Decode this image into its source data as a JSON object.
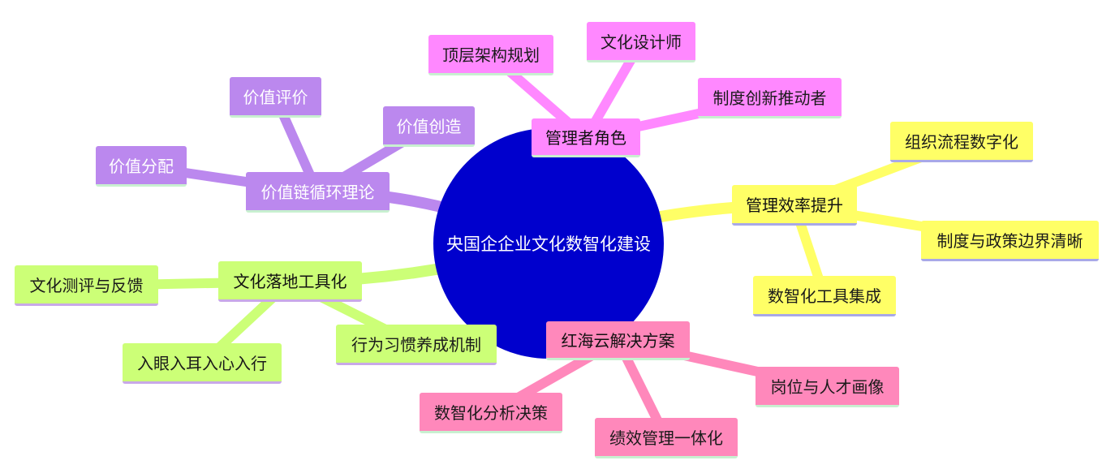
{
  "center": {
    "label": "央国企企业文化数智化建设",
    "color": "#0000cd"
  },
  "branches": [
    {
      "id": "manager-role",
      "label": "管理者角色",
      "color": "#ff88ff",
      "underline": "#c8f0d0",
      "children": [
        "顶层架构规划",
        "文化设计师",
        "制度创新推动者"
      ]
    },
    {
      "id": "efficiency",
      "label": "管理效率提升",
      "color": "#ffff66",
      "underline": "#a8a8e8",
      "children": [
        "组织流程数字化",
        "制度与政策边界清晰",
        "数智化工具集成"
      ]
    },
    {
      "id": "hongyun",
      "label": "红海云解决方案",
      "color": "#ff88bb",
      "underline": "#c8f0d0",
      "children": [
        "岗位与人才画像",
        "绩效管理一体化",
        "数智化分析决策"
      ]
    },
    {
      "id": "culture-tools",
      "label": "文化落地工具化",
      "color": "#ccff77",
      "underline": "#c8a8e8",
      "children": [
        "行为习惯养成机制",
        "入眼入耳入心入行",
        "文化测评与反馈"
      ]
    },
    {
      "id": "value-chain",
      "label": "价值链循环理论",
      "color": "#bb88ee",
      "underline": "#c8f0d0",
      "children": [
        "价值创造",
        "价值评价",
        "价值分配"
      ]
    }
  ]
}
